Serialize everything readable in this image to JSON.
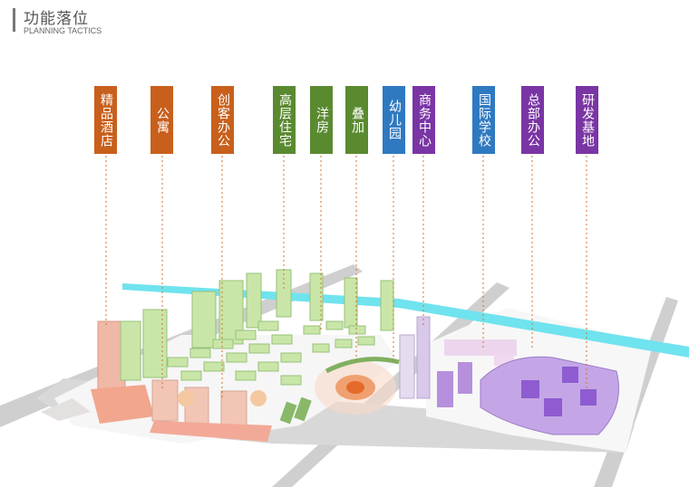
{
  "header": {
    "title": "功能落位",
    "subtitle": "PLANNING TACTICS"
  },
  "colors": {
    "orange": "#c8601c",
    "green": "#5a8a30",
    "blue": "#2f79c1",
    "purple": "#7a35a4"
  },
  "labels": [
    {
      "text": "精品酒店",
      "color": "orange"
    },
    {
      "text": "公寓",
      "color": "orange"
    },
    {
      "text": "创客办公",
      "color": "orange"
    },
    {
      "text": "高层住宅",
      "color": "green"
    },
    {
      "text": "洋房",
      "color": "green"
    },
    {
      "text": "叠加",
      "color": "green"
    },
    {
      "text": "幼儿园",
      "color": "blue"
    },
    {
      "text": "商务中心",
      "color": "purple"
    },
    {
      "text": "国际学校",
      "color": "blue"
    },
    {
      "text": "总部办公",
      "color": "purple"
    },
    {
      "text": "研发基地",
      "color": "purple"
    }
  ]
}
